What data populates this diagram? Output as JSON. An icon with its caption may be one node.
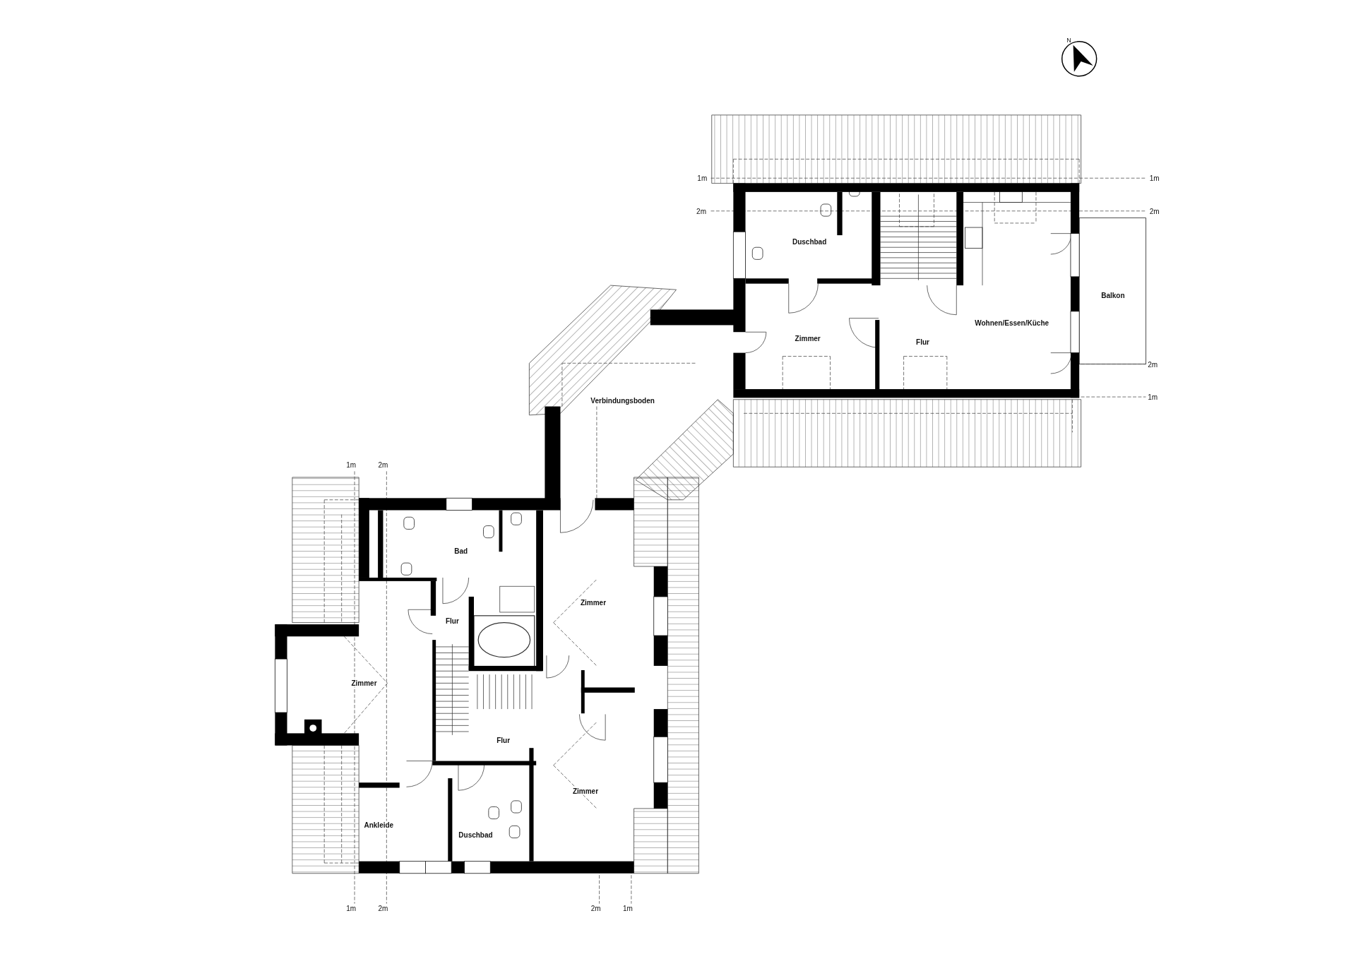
{
  "diagram": {
    "labels": [
      "N",
      "1m",
      "1m",
      "2m",
      "2m",
      "Duschbad",
      "Balkon",
      "Wohnen/Essen/Küche",
      "Zimmer",
      "Flur",
      "2m",
      "Verbindungsboden",
      "1m",
      "1m",
      "2m",
      "Bad",
      "Zimmer",
      "Flur",
      "Zimmer",
      "Flur",
      "Zimmer",
      "Ankleide",
      "Duschbad",
      "1m",
      "2m",
      "2m",
      "1m"
    ]
  }
}
